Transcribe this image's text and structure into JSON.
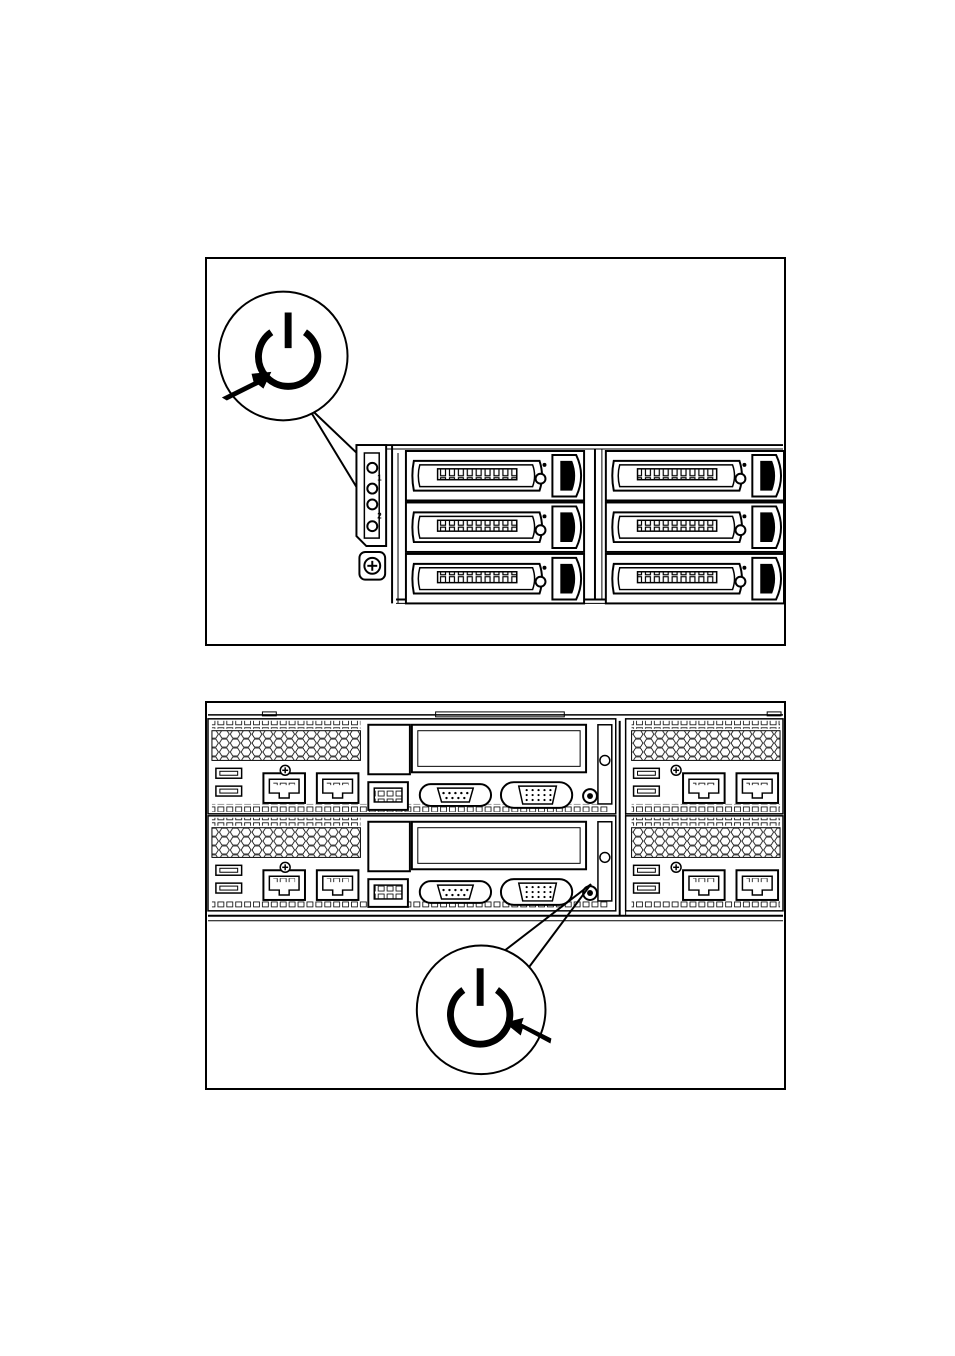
{
  "figures": [
    {
      "id": "front",
      "labels": {
        "port1": "1",
        "port2": "2"
      },
      "icons": [
        "power-icon",
        "arrow-icon",
        "drive-bay-icon"
      ],
      "drive_rows": 3,
      "drive_cols": 2
    },
    {
      "id": "rear",
      "icons": [
        "power-icon",
        "arrow-icon",
        "ethernet-port-icon",
        "serial-port-icon",
        "vga-port-icon",
        "usb-port-icon"
      ],
      "sleds": 2
    }
  ],
  "colors": {
    "line": "#000000",
    "background": "#ffffff"
  }
}
